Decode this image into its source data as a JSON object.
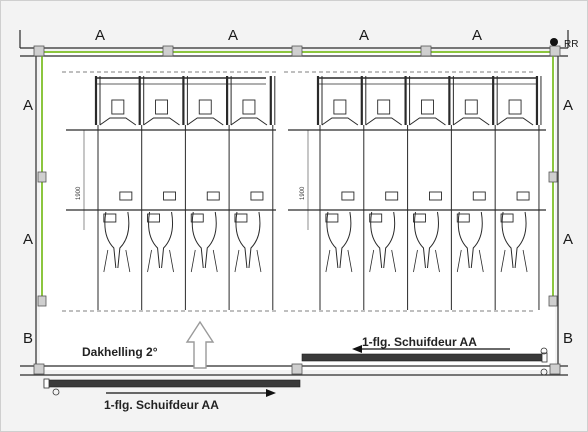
{
  "dimensions": {
    "top": [
      "A",
      "A",
      "A",
      "A"
    ],
    "left": [
      "A",
      "A",
      "B"
    ],
    "right": [
      "A",
      "A",
      "B"
    ]
  },
  "corner_label": "RR",
  "roof_slope_label": "Dakhelling 2°",
  "door_bottom_label": "1-flg. Schuifdeur AA",
  "door_right_label": "1-flg. Schuifdeur AA",
  "rack_height_label": "1900",
  "colors": {
    "frame": "#2b2b2b",
    "rail": "#8cc63f",
    "door": "#3a3a3a",
    "arrow": "#9a9a9a",
    "background": "#f3f3f3",
    "floor": "#ffffff"
  },
  "icons": [
    "slope-arrow-icon",
    "door-arrow-icon",
    "bicycle-icon"
  ]
}
